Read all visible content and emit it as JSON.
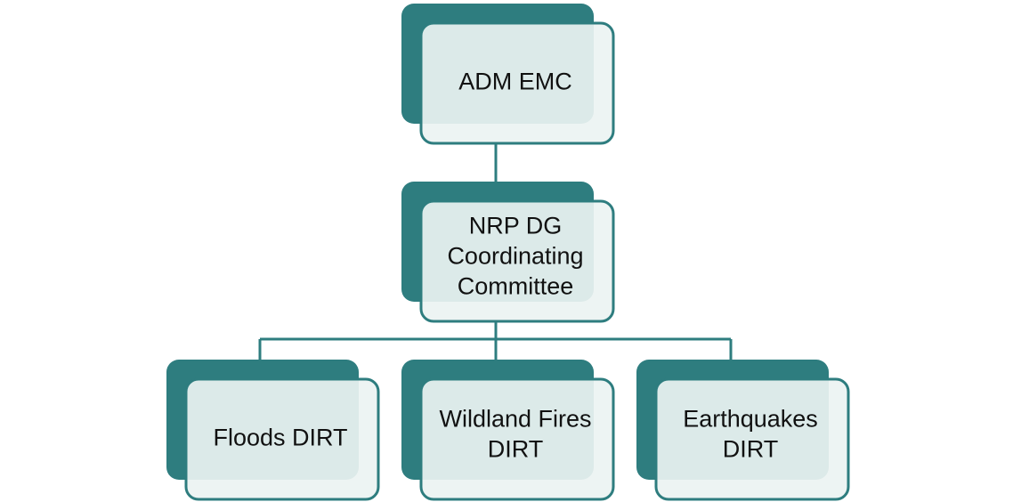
{
  "colors": {
    "teal": "#2e7d7f",
    "card_fill": "#ecf3f2",
    "card_stroke": "#2e7d7f",
    "connector": "#2e7d7f",
    "text": "#111111"
  },
  "nodes": [
    {
      "id": "adm-emc",
      "lines": [
        "ADM EMC"
      ]
    },
    {
      "id": "nrp-dg",
      "lines": [
        "NRP DG",
        "Coordinating",
        "Committee"
      ]
    },
    {
      "id": "floods",
      "lines": [
        "Floods DIRT"
      ]
    },
    {
      "id": "wildland",
      "lines": [
        "Wildland Fires",
        "DIRT"
      ]
    },
    {
      "id": "earthquakes",
      "lines": [
        "Earthquakes",
        "DIRT"
      ]
    }
  ],
  "edges": [
    {
      "from": "adm-emc",
      "to": "nrp-dg"
    },
    {
      "from": "nrp-dg",
      "to": "floods"
    },
    {
      "from": "nrp-dg",
      "to": "wildland"
    },
    {
      "from": "nrp-dg",
      "to": "earthquakes"
    }
  ]
}
